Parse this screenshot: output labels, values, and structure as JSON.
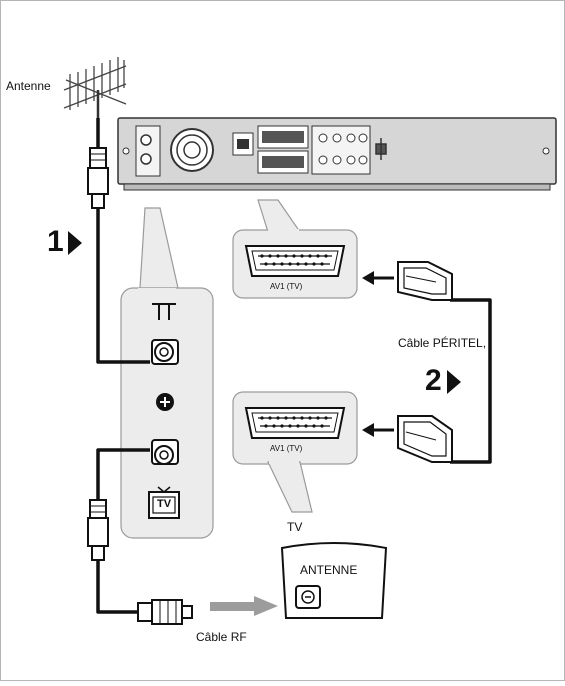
{
  "labels": {
    "antenna": "Antenne",
    "scart_top": "AV1 (TV)",
    "scart_bottom": "AV1 (TV)",
    "cable_scart": "Câble PÉRITEL,",
    "tv": "TV",
    "tv_antenna": "ANTENNE",
    "cable_rf": "Câble RF",
    "tv_icon": "TV"
  },
  "steps": {
    "step1": "1",
    "step2": "2"
  },
  "colors": {
    "cable": "#111111",
    "callout_fill": "#ececec",
    "callout_stroke": "#9a9a9a",
    "device_fill": "#d4d4d4",
    "device_stroke": "#333333",
    "arrow_gray": "#9c9c9c"
  }
}
